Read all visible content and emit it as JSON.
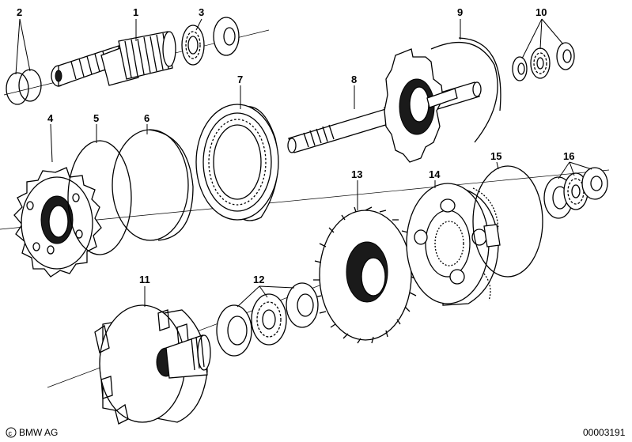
{
  "callouts": {
    "p1": "1",
    "p2": "2",
    "p3": "3",
    "p4": "4",
    "p5": "5",
    "p6": "6",
    "p7": "7",
    "p8": "8",
    "p9": "9",
    "p10": "10",
    "p11": "11",
    "p12": "12",
    "p13": "13",
    "p14": "14",
    "p15": "15",
    "p16": "16"
  },
  "footer": {
    "brand": "BMW AG",
    "drawing_number": "00003191"
  },
  "icons": {
    "brand_mark": "copyright-icon"
  }
}
